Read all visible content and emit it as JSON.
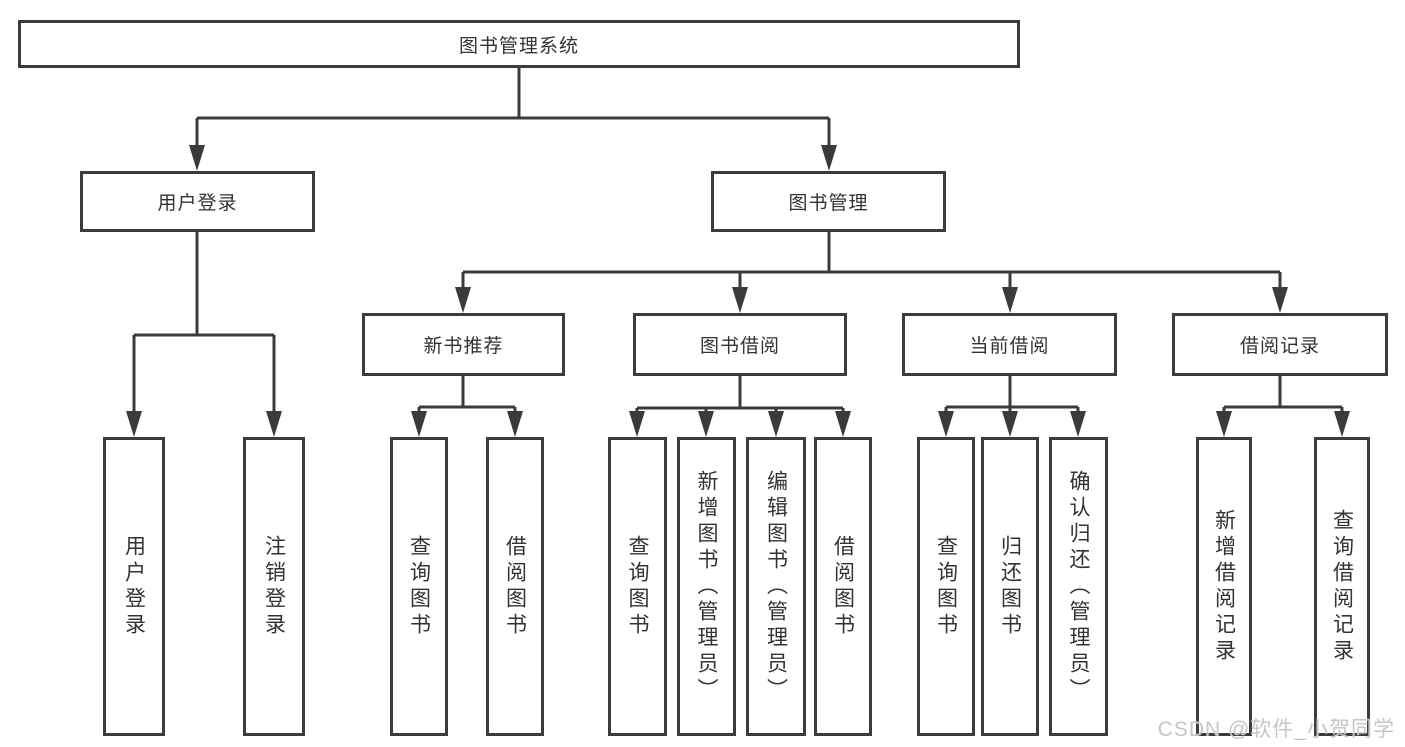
{
  "diagram": {
    "root": "图书管理系统",
    "level2": {
      "user_login": "用户登录",
      "book_management": "图书管理"
    },
    "level3": {
      "new_book_recommend": "新书推荐",
      "book_borrowing": "图书借阅",
      "current_borrowing": "当前借阅",
      "borrowing_records": "借阅记录"
    },
    "leaves": {
      "user_login": "用户登录",
      "logout_login": "注销登录",
      "nb_query_books": "查询图书",
      "nb_borrow_books": "借阅图书",
      "bb_query_books": "查询图书",
      "bb_add_books": "新增图书（管理员）",
      "bb_edit_books": "编辑图书（管理员）",
      "bb_borrow_books": "借阅图书",
      "cb_query_books": "查询图书",
      "cb_return_books": "归还图书",
      "cb_confirm_return": "确认归还（管理员）",
      "br_add_record": "新增借阅记录",
      "br_query_record": "查询借阅记录"
    }
  },
  "colors": {
    "line": "#3b3b3b",
    "text": "#333333",
    "watermark": "#c6c6c6"
  },
  "watermark": {
    "text": "CSDN @软件_小贺同学"
  }
}
